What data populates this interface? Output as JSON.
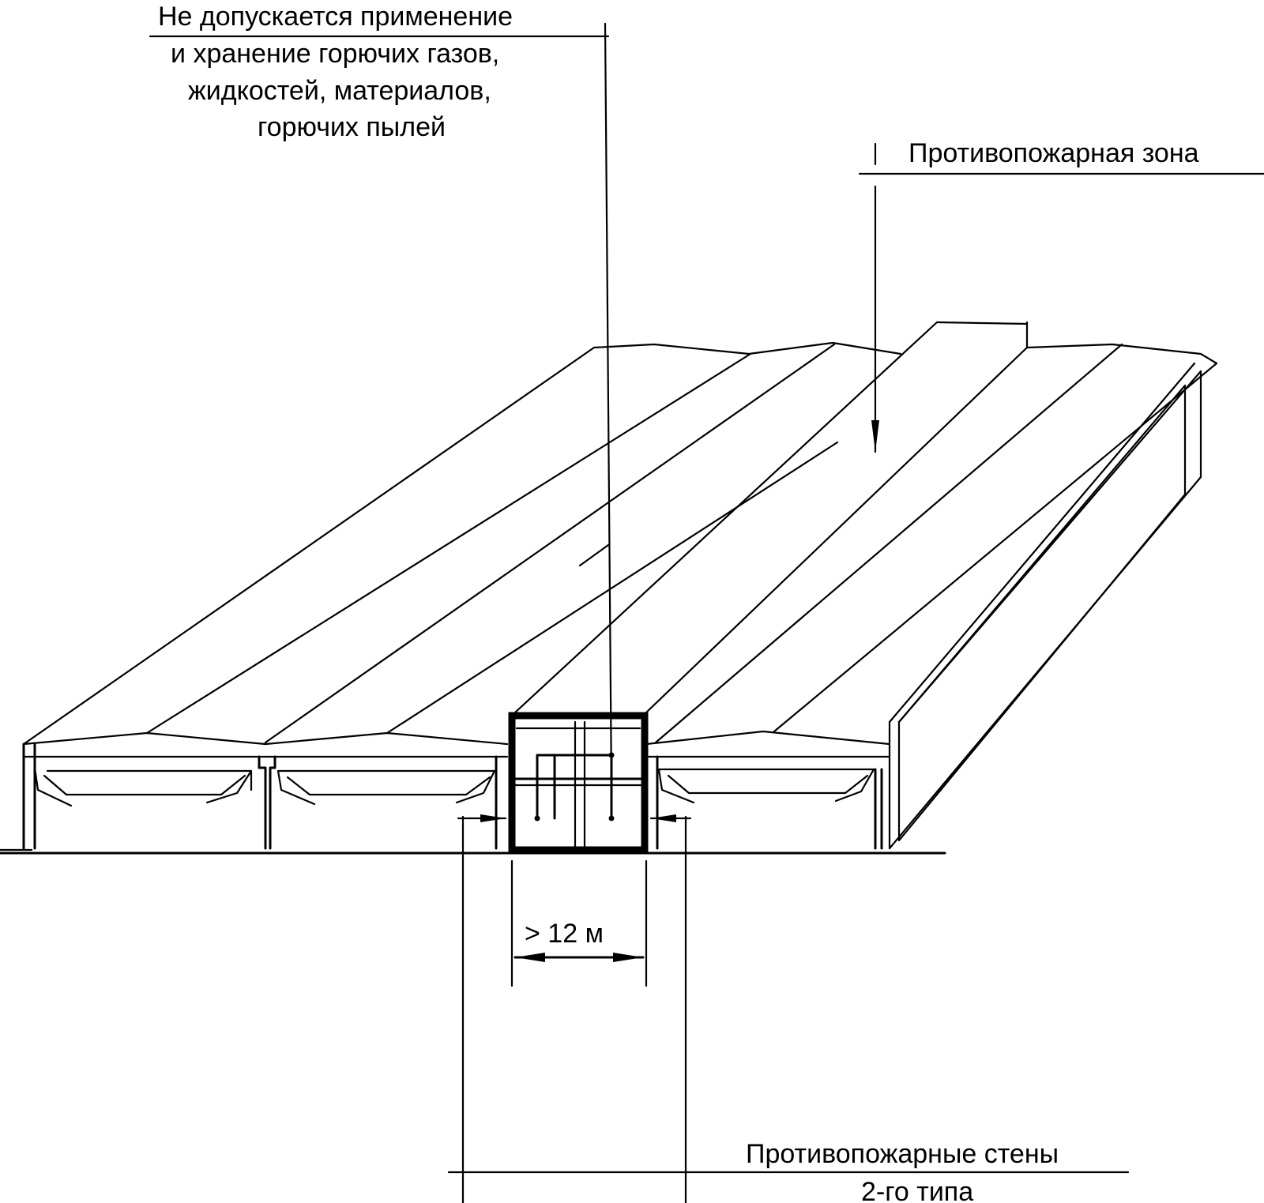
{
  "labels": {
    "no_flammables_line1": "Не допускается применение",
    "no_flammables_line2": "и хранение горючих газов,",
    "no_flammables_line3": "жидкостей, материалов,",
    "no_flammables_line4": "горючих пылей",
    "fire_zone": "Противопожарная зона",
    "width_dimension": "> 12 м",
    "fire_walls_line1": "Противопожарные стены",
    "fire_walls_line2": "2-го типа"
  }
}
